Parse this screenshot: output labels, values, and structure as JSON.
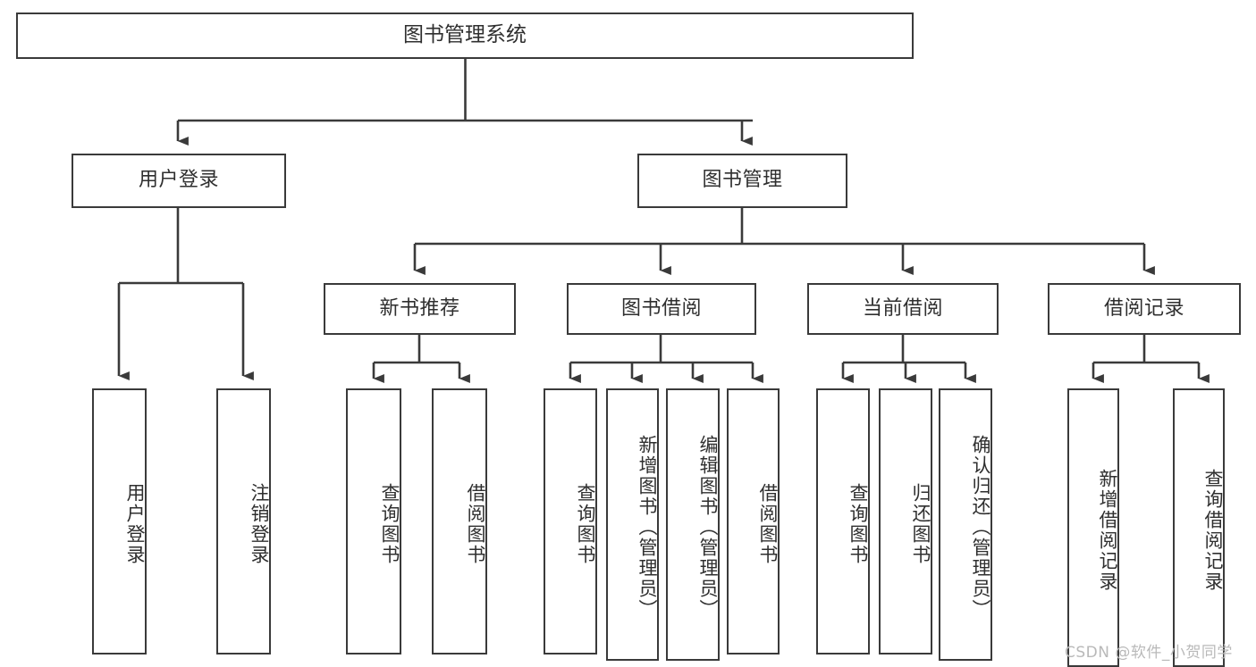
{
  "diagram": {
    "type": "hierarchy-tree",
    "title": "图书管理系统",
    "colors": {
      "stroke": "#3a3a3a",
      "text": "#2f2f2f",
      "background": "#ffffff",
      "watermark": "#b9b9b9"
    },
    "root": {
      "label": "图书管理系统"
    },
    "level2": [
      {
        "id": "user-login",
        "label": "用户登录"
      },
      {
        "id": "book-manage",
        "label": "图书管理"
      }
    ],
    "level3": [
      {
        "id": "new-book-rec",
        "label": "新书推荐",
        "parent": "book-manage"
      },
      {
        "id": "book-borrow",
        "label": "图书借阅",
        "parent": "book-manage"
      },
      {
        "id": "current-borrow",
        "label": "当前借阅",
        "parent": "book-manage"
      },
      {
        "id": "borrow-record",
        "label": "借阅记录",
        "parent": "book-manage"
      }
    ],
    "leaves": [
      {
        "id": "leaf-user-login",
        "label": "用户登录",
        "parent": "user-login"
      },
      {
        "id": "leaf-logout-login",
        "label": "注销登录",
        "parent": "user-login"
      },
      {
        "id": "leaf-query-book-1",
        "label": "查询图书",
        "parent": "new-book-rec"
      },
      {
        "id": "leaf-borrow-book-1",
        "label": "借阅图书",
        "parent": "new-book-rec"
      },
      {
        "id": "leaf-query-book-2",
        "label": "查询图书",
        "parent": "book-borrow"
      },
      {
        "id": "leaf-add-book",
        "label": "新增图书（管理员）",
        "parent": "book-borrow"
      },
      {
        "id": "leaf-edit-book",
        "label": "编辑图书（管理员）",
        "parent": "book-borrow"
      },
      {
        "id": "leaf-borrow-book-2",
        "label": "借阅图书",
        "parent": "book-borrow"
      },
      {
        "id": "leaf-query-book-3",
        "label": "查询图书",
        "parent": "current-borrow"
      },
      {
        "id": "leaf-return-book",
        "label": "归还图书",
        "parent": "current-borrow"
      },
      {
        "id": "leaf-confirm-return",
        "label": "确认归还（管理员）",
        "parent": "current-borrow"
      },
      {
        "id": "leaf-add-record",
        "label": "新增借阅记录",
        "parent": "borrow-record"
      },
      {
        "id": "leaf-query-record",
        "label": "查询借阅记录",
        "parent": "borrow-record"
      }
    ],
    "watermark": "CSDN @软件_小贺同学"
  }
}
